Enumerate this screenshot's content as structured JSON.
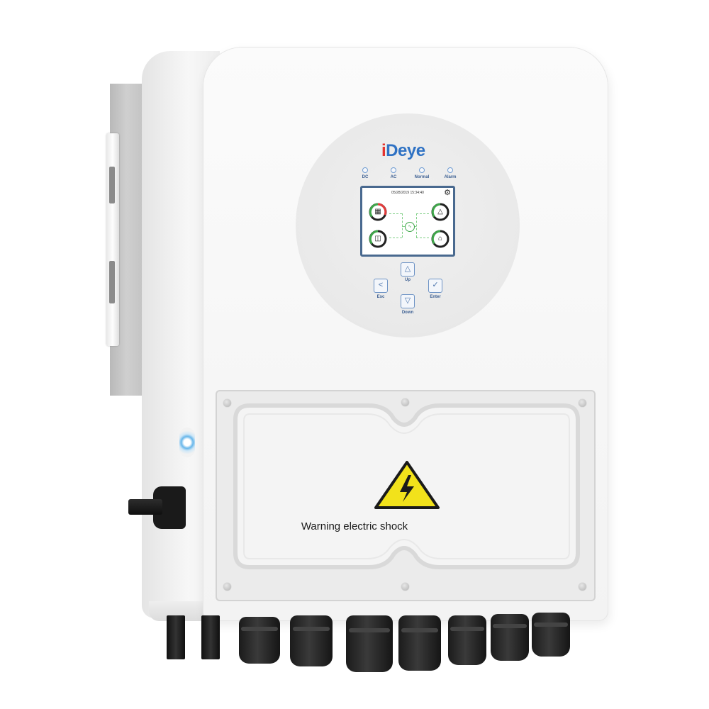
{
  "brand": {
    "logo_text": "Deye",
    "logo_color": "#2f72c4",
    "logo_dot_color": "#e5322d"
  },
  "indicators": [
    {
      "label": "DC"
    },
    {
      "label": "AC"
    },
    {
      "label": "Normal"
    },
    {
      "label": "Alarm"
    }
  ],
  "display": {
    "datetime": "05/28/2019  15:34:40",
    "gear_icon": "gear-icon",
    "gauges": [
      {
        "name": "solar-gauge",
        "icon": "solar-panel-icon",
        "accent": "#e43b3b"
      },
      {
        "name": "grid-gauge",
        "icon": "power-tower-icon",
        "accent": "#3fa64a"
      },
      {
        "name": "battery-gauge",
        "icon": "battery-icon",
        "accent": "#3fa64a"
      },
      {
        "name": "load-gauge",
        "icon": "house-icon",
        "accent": "#3fa64a"
      }
    ]
  },
  "keypad": {
    "up": "Up",
    "down": "Down",
    "esc": "Esc",
    "enter": "Enter"
  },
  "cover": {
    "warning_text": "Warning electric shock",
    "warning_icon": "high-voltage-warning-icon",
    "warning_color": "#f2e21b"
  }
}
